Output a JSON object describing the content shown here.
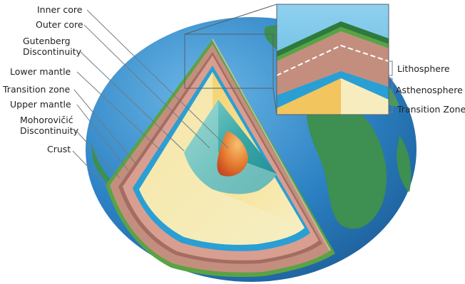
{
  "labels": {
    "inner_core": "Inner core",
    "outer_core": "Outer core",
    "gutenberg_1": "Gutenberg",
    "gutenberg_2": "Discontinuity",
    "lower_mantle": "Lower mantle",
    "transition_zone": "Transition zone",
    "upper_mantle": "Upper mantle",
    "mohorovicic_1": "Mohorovičić",
    "mohorovicic_2": "Discontinuity",
    "crust": "Crust"
  },
  "inset_labels": {
    "lithosphere": "Lithosphere",
    "asthenosphere": "Asthenosphere",
    "transition_zone": "Transition Zone"
  },
  "colors": {
    "ocean": "#2e86c8",
    "land": "#3d8f52",
    "crust": "#c48e7e",
    "upper_mantle": "#d89f91",
    "moho": "#2a9fd4",
    "lower_mantle_yellow": "#f3d466",
    "lower_mantle_cream": "#f6eec0",
    "outer_core": "#37a9a8",
    "inner_core": "#e2742f",
    "grass": "#5aa344"
  }
}
